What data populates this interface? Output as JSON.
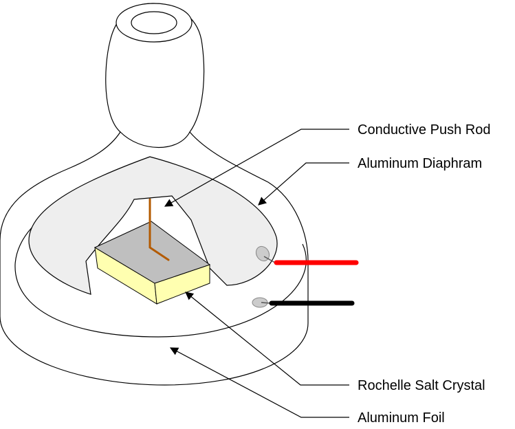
{
  "labels": {
    "push_rod": "Conductive Push Rod",
    "diaphragm": "Aluminum Diaphram",
    "crystal": "Rochelle Salt Crystal",
    "foil": "Aluminum Foil"
  },
  "colors": {
    "outline": "#000000",
    "body_fill": "#ffffff",
    "diaphragm_fill": "#eeeeee",
    "crystal_top": "#bfbfbf",
    "crystal_side": "#ffffb0",
    "push_rod": "#b35a00",
    "positive_wire": "#ff0000",
    "negative_wire": "#000000",
    "solder_joint": "#cccccc"
  },
  "icons": {
    "arrow": "arrowhead"
  }
}
